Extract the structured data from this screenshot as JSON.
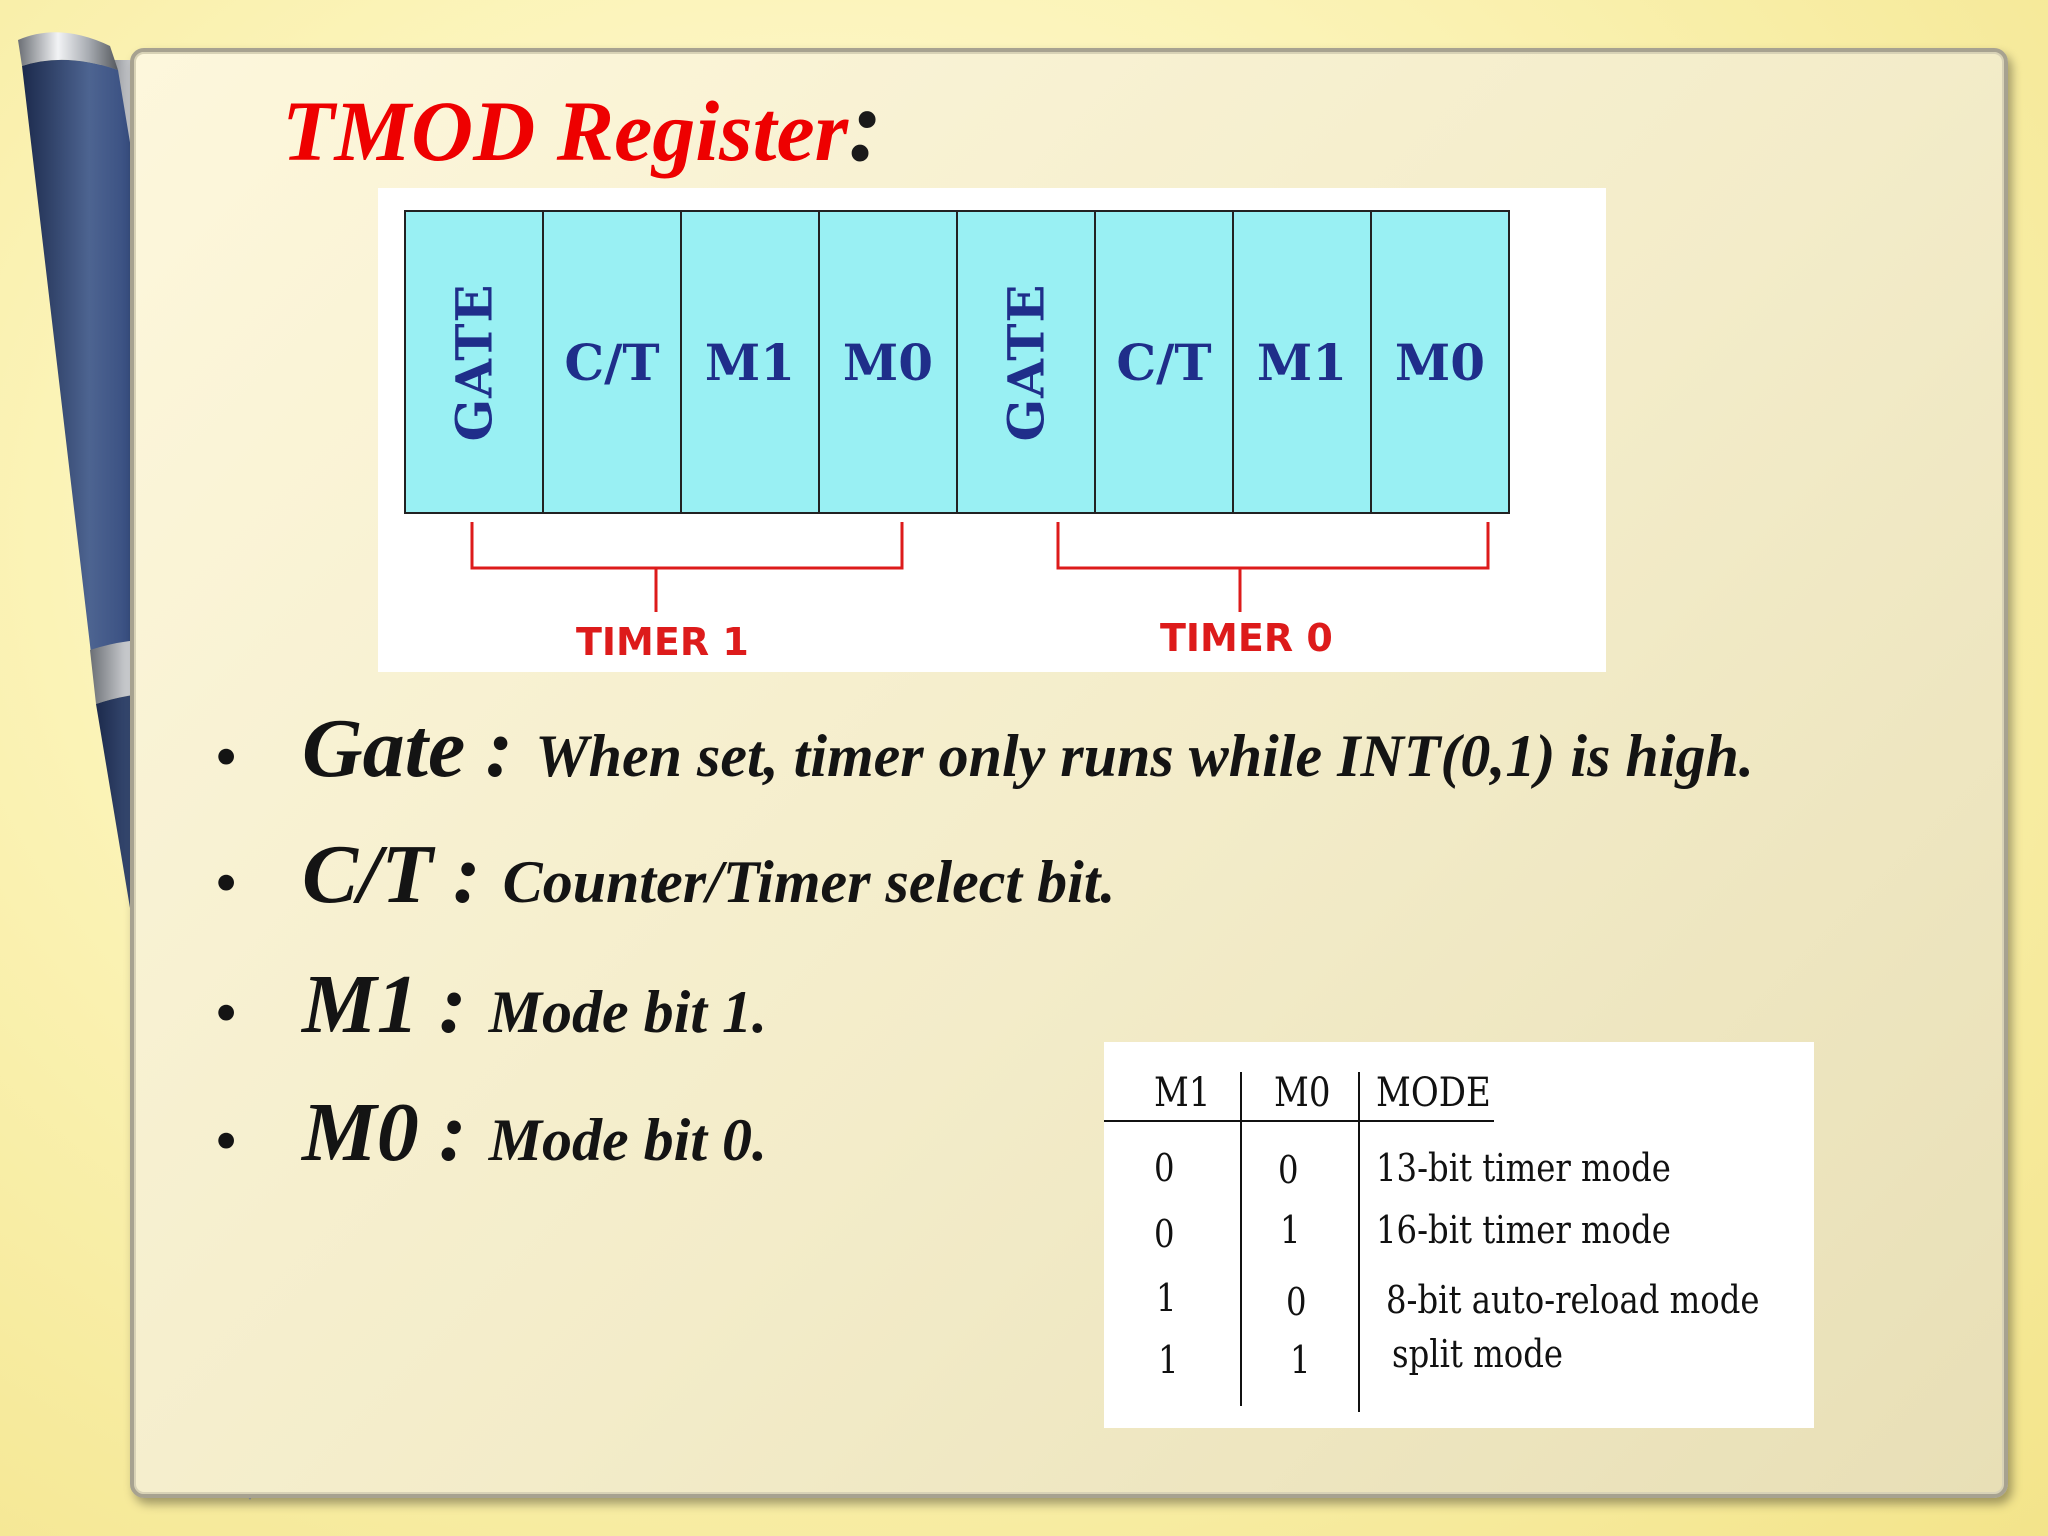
{
  "title": {
    "text": "TMOD Register",
    "colon": ":"
  },
  "register": {
    "bits": [
      {
        "label": "GATE",
        "vertical": true
      },
      {
        "label": "C/T",
        "vertical": false
      },
      {
        "label": "M1",
        "vertical": false
      },
      {
        "label": "M0",
        "vertical": false
      },
      {
        "label": "GATE",
        "vertical": true
      },
      {
        "label": "C/T",
        "vertical": false
      },
      {
        "label": "M1",
        "vertical": false
      },
      {
        "label": "M0",
        "vertical": false
      }
    ],
    "groups": [
      "TIMER 1",
      "TIMER 0"
    ],
    "colors": {
      "cell": "#99f0f3",
      "text": "#1f2e8a",
      "bracket": "#dd1b1b"
    }
  },
  "bullets": [
    {
      "term": "Gate",
      "sep": ":",
      "desc": "When set, timer  only runs while INT(0,1) is  high."
    },
    {
      "term": "C/T",
      "sep": ":",
      "desc": "Counter/Timer select bit."
    },
    {
      "term": "M1",
      "sep": ":",
      "desc": "Mode bit 1."
    },
    {
      "term": "M0",
      "sep": ":",
      "desc": "Mode bit 0."
    }
  ],
  "mode_table": {
    "headers": [
      "M1",
      "M0",
      "MODE"
    ],
    "rows": [
      [
        "0",
        "0",
        "13-bit timer mode"
      ],
      [
        "0",
        "1",
        "16-bit timer mode"
      ],
      [
        "1",
        "0",
        "8-bit auto-reload mode"
      ],
      [
        "1",
        "1",
        "split mode"
      ]
    ]
  }
}
